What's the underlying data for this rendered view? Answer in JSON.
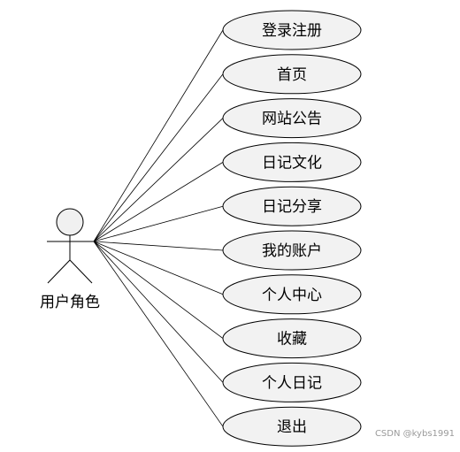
{
  "actor": {
    "label": "用户角色"
  },
  "use_cases": [
    {
      "label": "登录注册"
    },
    {
      "label": "首页"
    },
    {
      "label": "网站公告"
    },
    {
      "label": "日记文化"
    },
    {
      "label": "日记分享"
    },
    {
      "label": "我的账户"
    },
    {
      "label": "个人中心"
    },
    {
      "label": "收藏"
    },
    {
      "label": "个人日记"
    },
    {
      "label": "退出"
    }
  ],
  "watermark": "CSDN @kybs1991"
}
